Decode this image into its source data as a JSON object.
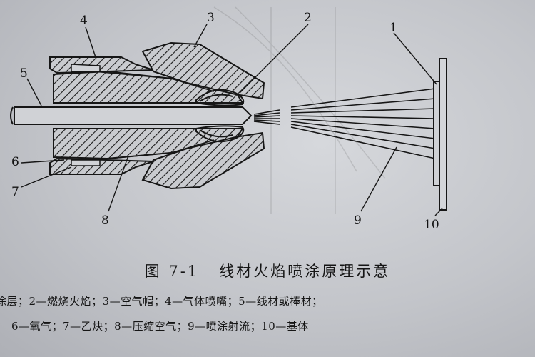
{
  "caption": {
    "number": "图 7-1",
    "title": "线材火焰喷涂原理示意"
  },
  "labels": {
    "l1": "1",
    "l2": "2",
    "l3": "3",
    "l4": "4",
    "l5": "5",
    "l6": "6",
    "l7": "7",
    "l8": "8",
    "l9": "9",
    "l10": "10"
  },
  "legend": {
    "line1": "涂层；2—燃烧火焰；3—空气帽；4—气体喷嘴；5—线材或棒材；",
    "line2": "6—氧气；7—乙炔；8—压缩空气；9—喷涂射流；10—基体"
  },
  "colors": {
    "ink": "#161616",
    "paper": "#c8cace",
    "hatch": "#1a1a1a"
  }
}
